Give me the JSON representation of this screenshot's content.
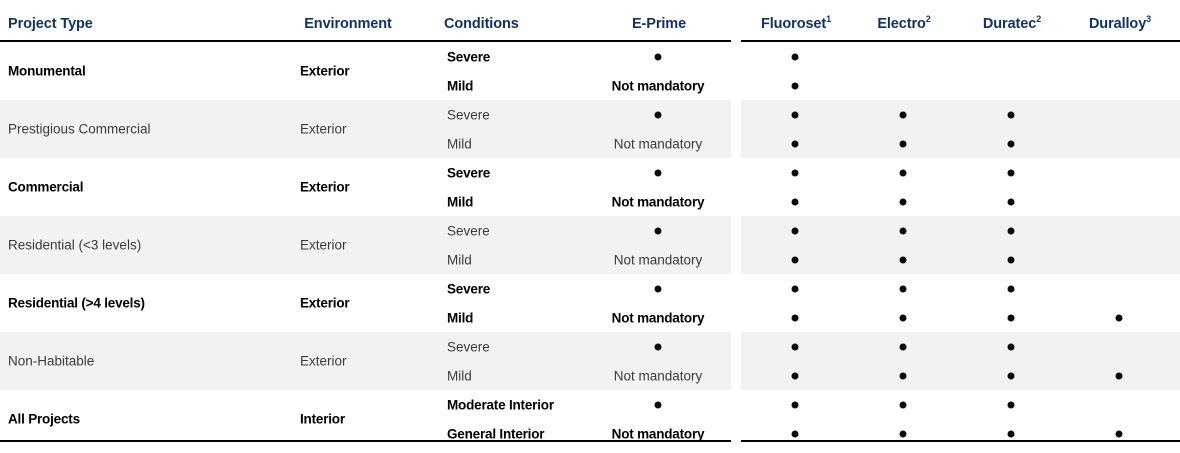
{
  "table": {
    "columns": [
      {
        "key": "project_type",
        "label": "Project Type",
        "align": "left"
      },
      {
        "key": "environment",
        "label": "Environment",
        "align": "center"
      },
      {
        "key": "conditions",
        "label": "Conditions",
        "align": "left"
      },
      {
        "key": "e_prime",
        "label": "E-Prime",
        "align": "center"
      }
    ],
    "coating_columns": [
      {
        "key": "fluoroset",
        "label": "Fluoroset",
        "superscript": "1"
      },
      {
        "key": "electro",
        "label": "Electro",
        "superscript": "2"
      },
      {
        "key": "duratec",
        "label": "Duratec",
        "superscript": "2"
      },
      {
        "key": "duralloy",
        "label": "Duralloy",
        "superscript": "3"
      }
    ],
    "header_color": "#0e3467",
    "shaded_row_color": "#f2f2f2",
    "dot_color": "#0a0a0a",
    "dot_symbol": "•",
    "not_mandatory_label": "Not mandatory",
    "rows": [
      {
        "project_type": "Monumental",
        "environment": "Exterior",
        "emphasis": "bold",
        "shaded": false,
        "subrows": [
          {
            "conditions": "Severe",
            "e_prime": "dot",
            "coatings": [
              true,
              false,
              false,
              false
            ]
          },
          {
            "conditions": "Mild",
            "e_prime": "Not mandatory",
            "coatings": [
              true,
              false,
              false,
              false
            ]
          }
        ]
      },
      {
        "project_type": "Prestigious Commercial",
        "environment": "Exterior",
        "emphasis": "light",
        "shaded": true,
        "subrows": [
          {
            "conditions": "Severe",
            "e_prime": "dot",
            "coatings": [
              true,
              true,
              true,
              false
            ]
          },
          {
            "conditions": "Mild",
            "e_prime": "Not mandatory",
            "coatings": [
              true,
              true,
              true,
              false
            ]
          }
        ]
      },
      {
        "project_type": "Commercial",
        "environment": "Exterior",
        "emphasis": "bold",
        "shaded": false,
        "subrows": [
          {
            "conditions": "Severe",
            "e_prime": "dot",
            "coatings": [
              true,
              true,
              true,
              false
            ]
          },
          {
            "conditions": "Mild",
            "e_prime": "Not mandatory",
            "coatings": [
              true,
              true,
              true,
              false
            ]
          }
        ]
      },
      {
        "project_type": "Residential (<3 levels)",
        "environment": "Exterior",
        "emphasis": "light",
        "shaded": true,
        "subrows": [
          {
            "conditions": "Severe",
            "e_prime": "dot",
            "coatings": [
              true,
              true,
              true,
              false
            ]
          },
          {
            "conditions": "Mild",
            "e_prime": "Not mandatory",
            "coatings": [
              true,
              true,
              true,
              false
            ]
          }
        ]
      },
      {
        "project_type": "Residential (>4 levels)",
        "environment": "Exterior",
        "emphasis": "bold",
        "shaded": false,
        "subrows": [
          {
            "conditions": "Severe",
            "e_prime": "dot",
            "coatings": [
              true,
              true,
              true,
              false
            ]
          },
          {
            "conditions": "Mild",
            "e_prime": "Not mandatory",
            "coatings": [
              true,
              true,
              true,
              true
            ]
          }
        ]
      },
      {
        "project_type": "Non-Habitable",
        "environment": "Exterior",
        "emphasis": "light",
        "shaded": true,
        "subrows": [
          {
            "conditions": "Severe",
            "e_prime": "dot",
            "coatings": [
              true,
              true,
              true,
              false
            ]
          },
          {
            "conditions": "Mild",
            "e_prime": "Not mandatory",
            "coatings": [
              true,
              true,
              true,
              true
            ]
          }
        ]
      },
      {
        "project_type": "All Projects",
        "environment": "Interior",
        "emphasis": "bold",
        "shaded": false,
        "subrows": [
          {
            "conditions": "Moderate Interior",
            "e_prime": "dot",
            "coatings": [
              true,
              true,
              true,
              false
            ]
          },
          {
            "conditions": "General Interior",
            "e_prime": "Not mandatory",
            "coatings": [
              true,
              true,
              true,
              true
            ]
          }
        ]
      }
    ]
  }
}
